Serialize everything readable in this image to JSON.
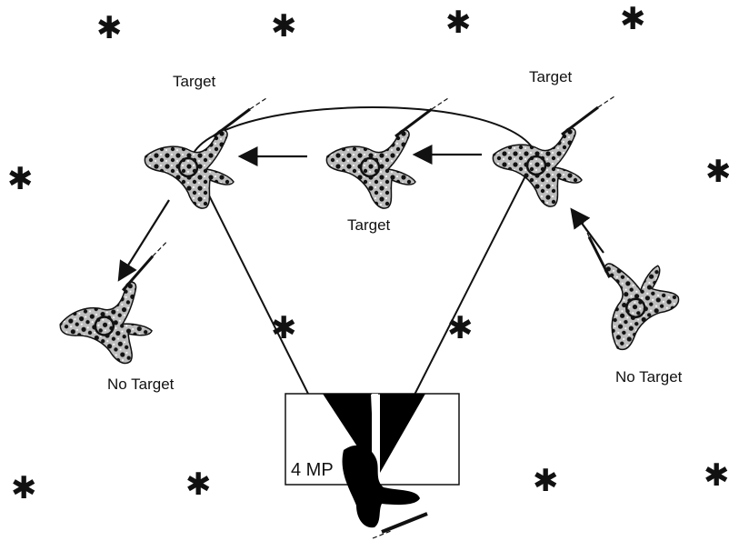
{
  "diagram": {
    "labels": {
      "target_left": "Target",
      "target_right": "Target",
      "target_center": "Target",
      "no_target_left": "No Target",
      "no_target_right": "No Target",
      "box_label": "4 MP"
    },
    "star_glyph": "✱",
    "colors": {
      "ink": "#111111",
      "camouflage": "#c8c8c8",
      "box_fill": "#ffffff",
      "sight_shadow": "#000000"
    }
  }
}
